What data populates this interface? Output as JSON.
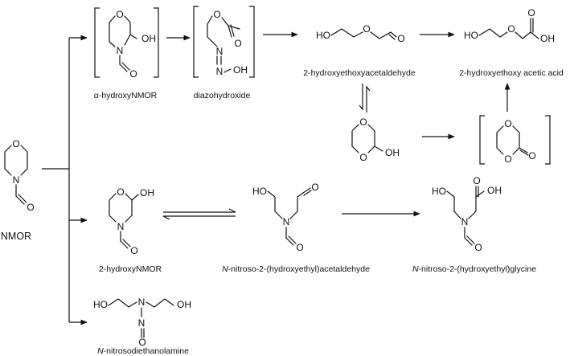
{
  "atoms": {
    "O": "O",
    "N": "N",
    "OH": "OH",
    "HO": "HO"
  },
  "compounds": {
    "nmor": "NMOR",
    "alpha_hydroxy_nmor": "α-hydroxyNMOR",
    "diazohydroxide": "diazohydroxide",
    "hydroxyethoxyacetaldehyde": "2-hydroxyethoxyacetaldehyde",
    "hydroxyethoxy_acetic_acid": "2-hydroxyethoxy acetic acid",
    "hydroxy_nmor_2": "2-hydroxyNMOR",
    "nitroso_hydroxyethyl_acetaldehyde": {
      "prefix": "N",
      "rest": "-nitroso-2-(hydroxyethyl)acetaldehyde"
    },
    "nitroso_hydroxyethyl_glycine": {
      "prefix": "N",
      "rest": "-nitroso-2-(hydroxyethyl)glycine"
    },
    "nitrosodiethanolamine": {
      "prefix": "N",
      "rest": "-nitrosodiethanolamine"
    }
  }
}
